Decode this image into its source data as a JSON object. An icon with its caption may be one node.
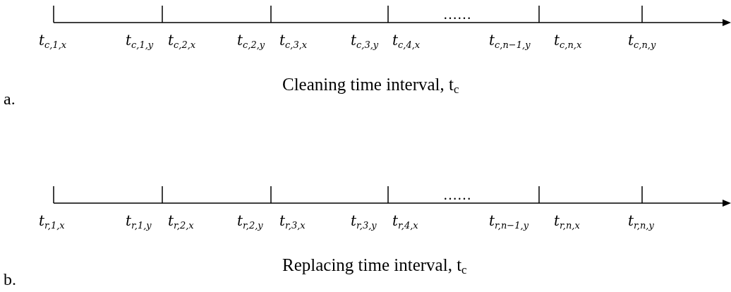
{
  "diagram": {
    "labels": [
      "……",
      "t$_{c,1,x}$",
      "t$_{c,1,y}$",
      "t$_{c,2,x}$",
      "t$_{c,2,y}$",
      "t$_{c,3,x}$",
      "t$_{c,3,y}$",
      "t$_{c,4,x}$",
      "t$_{c,n−1,y}$",
      "t$_{c,n,x}$",
      "t$_{c,n,y}$",
      "Cleaning time interval, t$_{c}$",
      "a.",
      "……",
      "t$_{r,1,x}$",
      "t$_{r,1,y}$",
      "t$_{r,2,x}$",
      "t$_{r,2,y}$",
      "t$_{r,3,x}$",
      "t$_{r,3,y}$",
      "t$_{r,4,x}$",
      "t$_{r,n−1,y}$",
      "t$_{r,n,x}$",
      "t$_{r,n,y}$",
      "Replacing time interval, t$_{c}$",
      "b."
    ]
  }
}
